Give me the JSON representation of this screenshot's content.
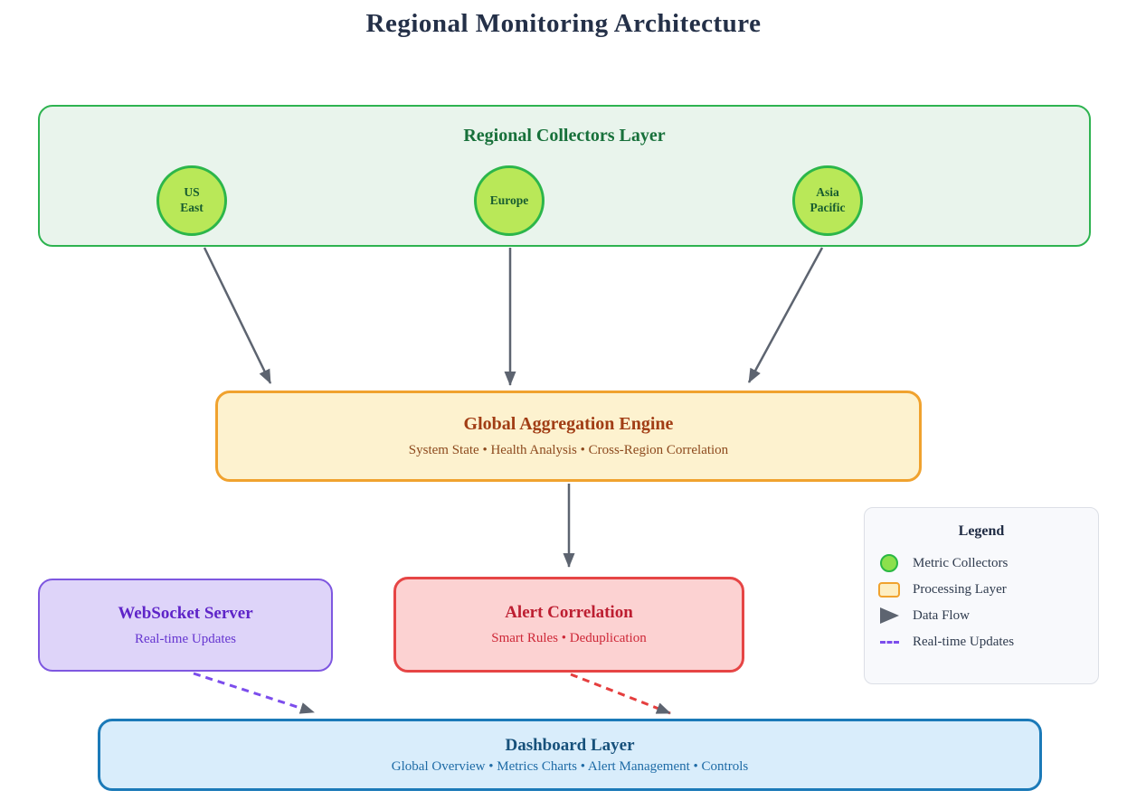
{
  "diagram_title": "Regional Monitoring Architecture",
  "collectors": {
    "title": "Regional Collectors Layer",
    "nodes": [
      {
        "label": "US\nEast"
      },
      {
        "label": "Europe"
      },
      {
        "label": "Asia\nPacific"
      }
    ]
  },
  "aggregation": {
    "title": "Global Aggregation Engine",
    "subtitle": "System State • Health Analysis • Cross-Region Correlation"
  },
  "websocket": {
    "title": "WebSocket Server",
    "subtitle": "Real-time Updates"
  },
  "alert": {
    "title": "Alert Correlation",
    "subtitle": "Smart Rules • Deduplication"
  },
  "dashboard": {
    "title": "Dashboard Layer",
    "subtitle": "Global Overview • Metrics Charts • Alert Management • Controls"
  },
  "legend": {
    "title": "Legend",
    "items": [
      {
        "icon": "metric-collector-circle-icon",
        "label": "Metric Collectors"
      },
      {
        "icon": "processing-layer-box-icon",
        "label": "Processing Layer"
      },
      {
        "icon": "data-flow-arrow-icon",
        "label": "Data Flow"
      },
      {
        "icon": "realtime-updates-dash-icon",
        "label": "Real-time Updates"
      }
    ]
  },
  "colors": {
    "collectors_border": "#2eb350",
    "collectors_bg": "#e9f4ec",
    "collector_node_fill": "#b9e858",
    "aggregation_border": "#f0a22e",
    "aggregation_bg": "#fdf2cf",
    "websocket_border": "#7e57e0",
    "websocket_bg": "#ded4f9",
    "alert_border": "#e64545",
    "alert_bg": "#fcd2d2",
    "dashboard_border": "#1b7ab8",
    "dashboard_bg": "#d9edfb",
    "arrow_gray": "#5d6470",
    "realtime_dash_purple": "#7c4dec",
    "alert_dash_red": "#e53e3e"
  }
}
